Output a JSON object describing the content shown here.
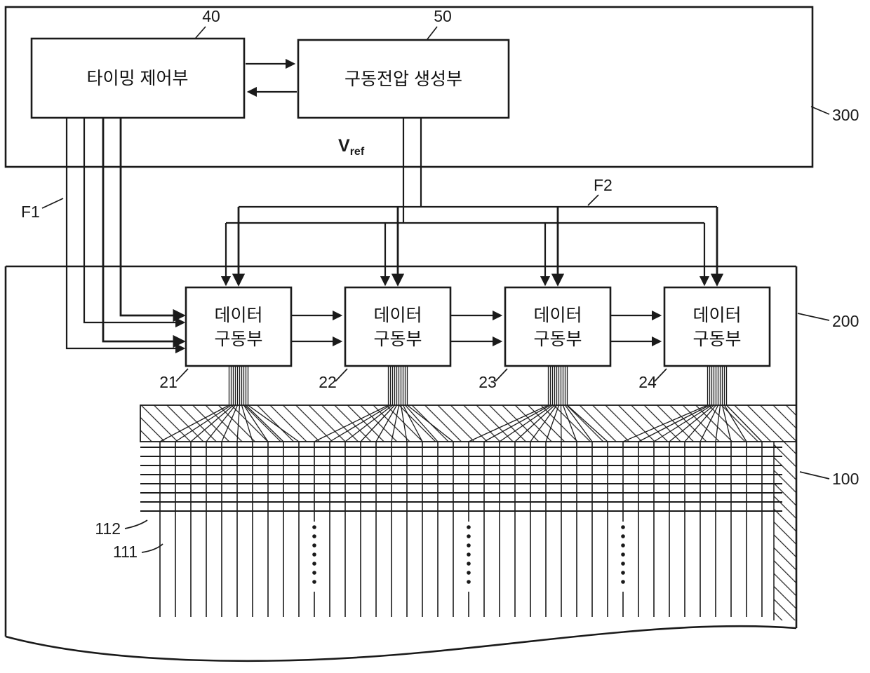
{
  "figure": {
    "ink": "#1a1a1a",
    "background": "#ffffff"
  },
  "top_board": {
    "ref": "300"
  },
  "timing_controller": {
    "label": "타이밍 제어부",
    "ref": "40"
  },
  "voltage_generator": {
    "label": "구동전압 생성부",
    "ref": "50"
  },
  "vref_label": {
    "base": "V",
    "sub": "ref"
  },
  "signal_labels": {
    "f1": "F1",
    "f2": "F2"
  },
  "driver_region": {
    "ref": "200"
  },
  "data_driver": {
    "line1": "데이터",
    "line2": "구동부"
  },
  "driver_refs": [
    "21",
    "22",
    "23",
    "24"
  ],
  "panel": {
    "ref": "100",
    "upper_line_ref": "112",
    "lower_line_ref": "111"
  }
}
